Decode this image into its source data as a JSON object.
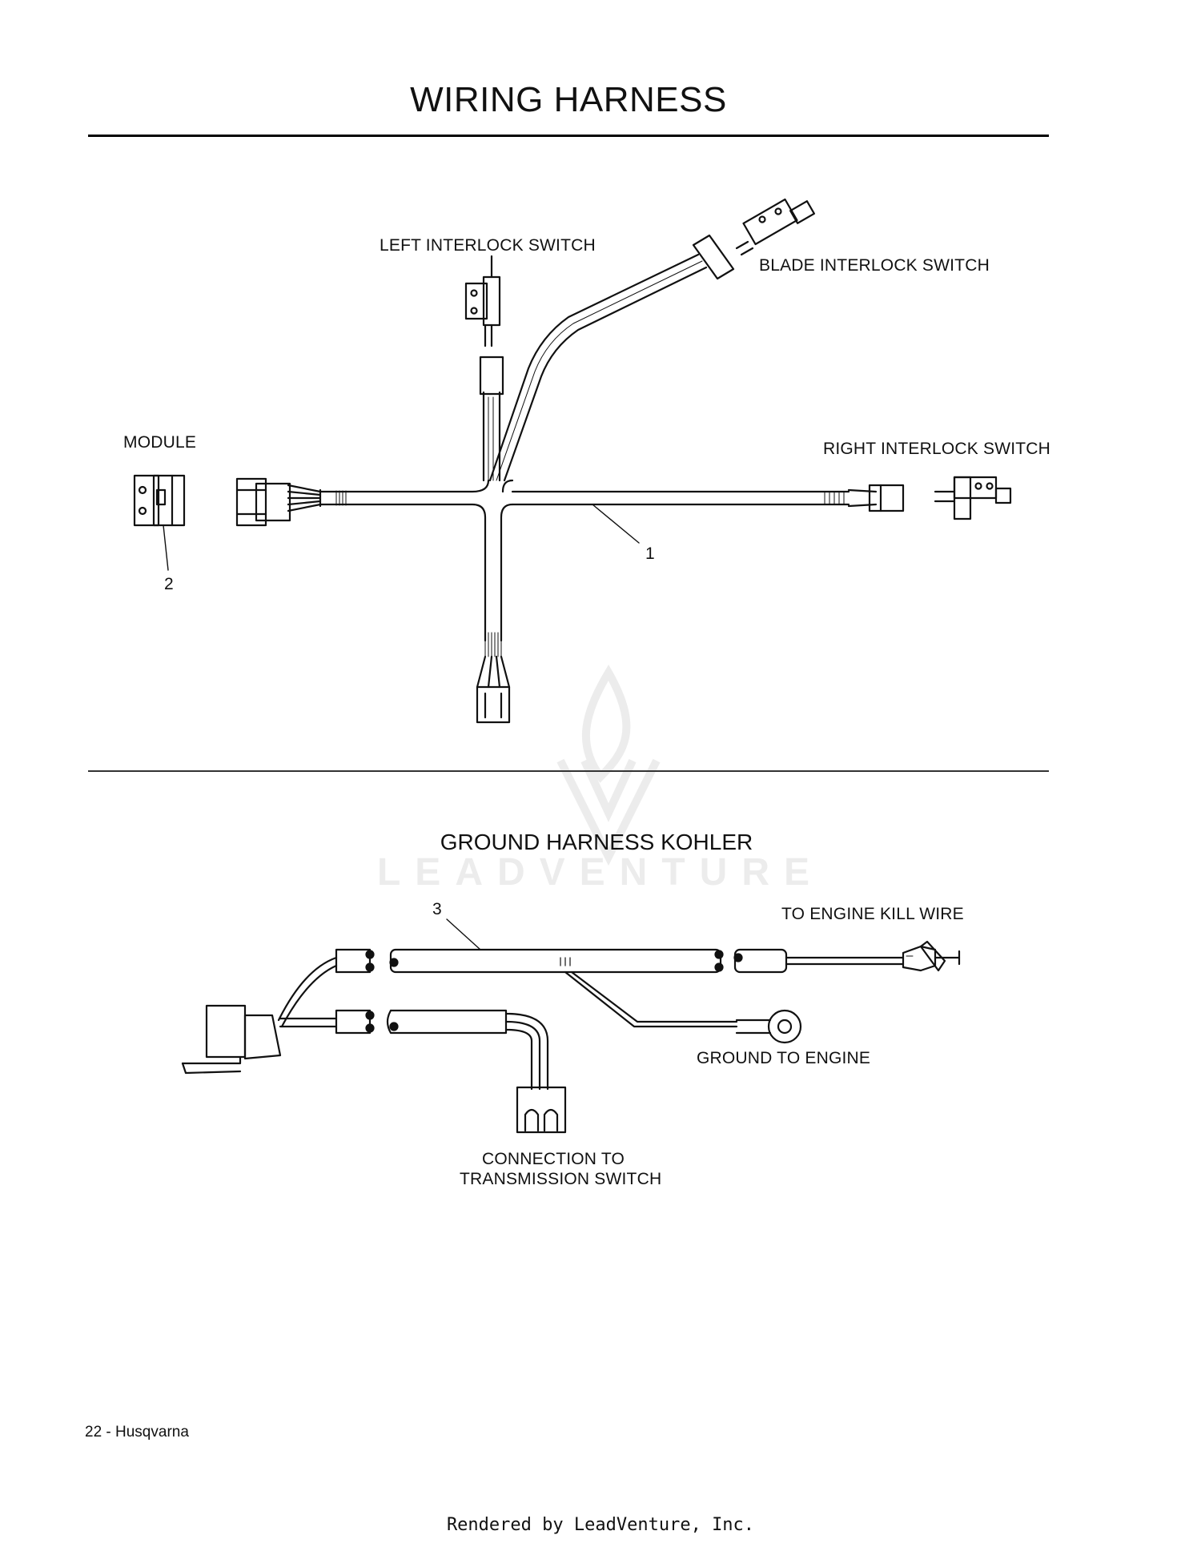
{
  "page_title": "WIRING HARNESS",
  "wiring_harness": {
    "labels": {
      "left_interlock": "LEFT INTERLOCK SWITCH",
      "blade_interlock": "BLADE INTERLOCK SWITCH",
      "module": "MODULE",
      "right_interlock": "RIGHT INTERLOCK SWITCH"
    },
    "refs": {
      "harness": "1",
      "module": "2"
    }
  },
  "ground_harness": {
    "title": "GROUND HARNESS KOHLER",
    "labels": {
      "engine_kill": "TO ENGINE KILL WIRE",
      "ground_engine": "GROUND TO ENGINE",
      "connection_line1": "CONNECTION TO",
      "connection_line2": "TRANSMISSION SWITCH"
    },
    "refs": {
      "harness": "3"
    }
  },
  "watermark": "LEADVENTURE",
  "footer": {
    "page": "22 - Husqvarna",
    "rendered_by": "Rendered by LeadVenture, Inc."
  }
}
